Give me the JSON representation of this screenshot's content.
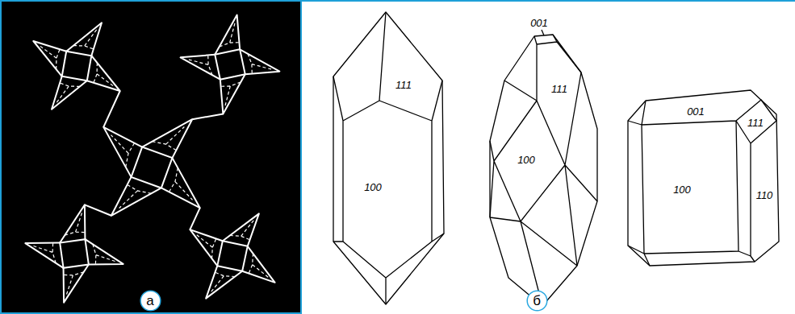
{
  "diagram": {
    "nodes": [
      {
        "text": [
          "а"
        ]
      },
      {
        "text": [
          "б"
        ]
      }
    ],
    "labels": [
      "111",
      "100",
      "001",
      "111",
      "100",
      "001",
      "111",
      "100",
      "110"
    ]
  }
}
